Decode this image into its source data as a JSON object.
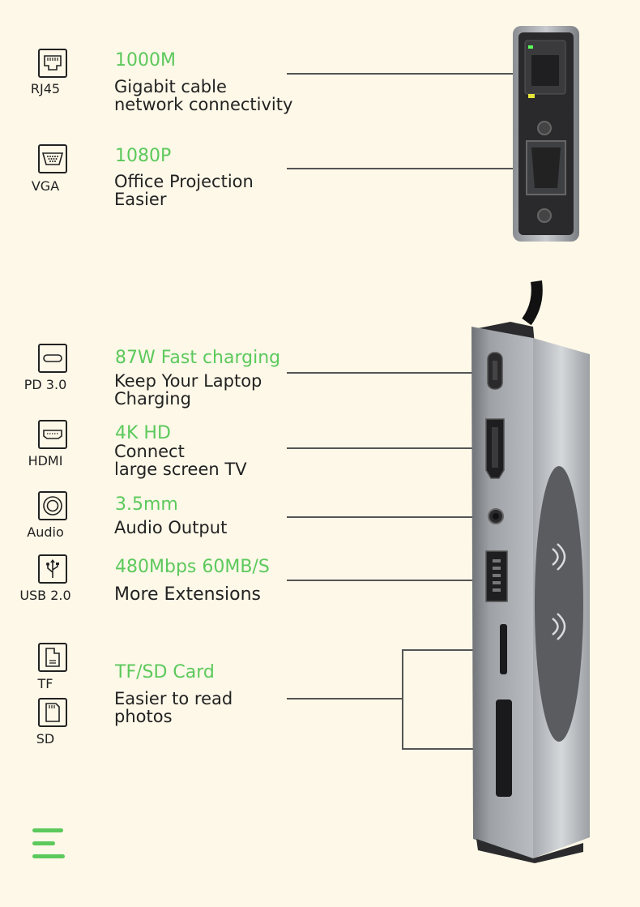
{
  "features": [
    {
      "id": "rj45",
      "label": "RJ45",
      "title": "1000M",
      "desc1": "Gigabit cable",
      "desc2": "network connectivity"
    },
    {
      "id": "vga",
      "label": "VGA",
      "title": "1080P",
      "desc1": "Office Projection",
      "desc2": "Easier"
    },
    {
      "id": "pd",
      "label": "PD 3.0",
      "title": "87W Fast charging",
      "desc1": "Keep Your Laptop",
      "desc2": "Charging"
    },
    {
      "id": "hdmi",
      "label": "HDMI",
      "title": "4K HD",
      "desc1": "Connect",
      "desc2": "large screen TV"
    },
    {
      "id": "audio",
      "label": "Audio",
      "title": "3.5mm",
      "desc1": "Audio Output",
      "desc2": ""
    },
    {
      "id": "usb",
      "label": "USB 2.0",
      "title": "480Mbps  60MB/S",
      "desc1": "More Extensions",
      "desc2": ""
    },
    {
      "id": "tfsd",
      "label": "TF",
      "label2": "SD",
      "title": "TF/SD Card",
      "desc1": "Easier to read",
      "desc2": "photos"
    }
  ],
  "colors": {
    "accent": "#5cc95c",
    "background": "#fdf8e8",
    "text": "#222222"
  },
  "icons": [
    "ethernet-port-icon",
    "vga-port-icon",
    "usb-c-icon",
    "hdmi-icon",
    "audio-jack-icon",
    "usb-trident-icon",
    "tf-card-icon",
    "sd-card-icon",
    "menu-icon"
  ]
}
